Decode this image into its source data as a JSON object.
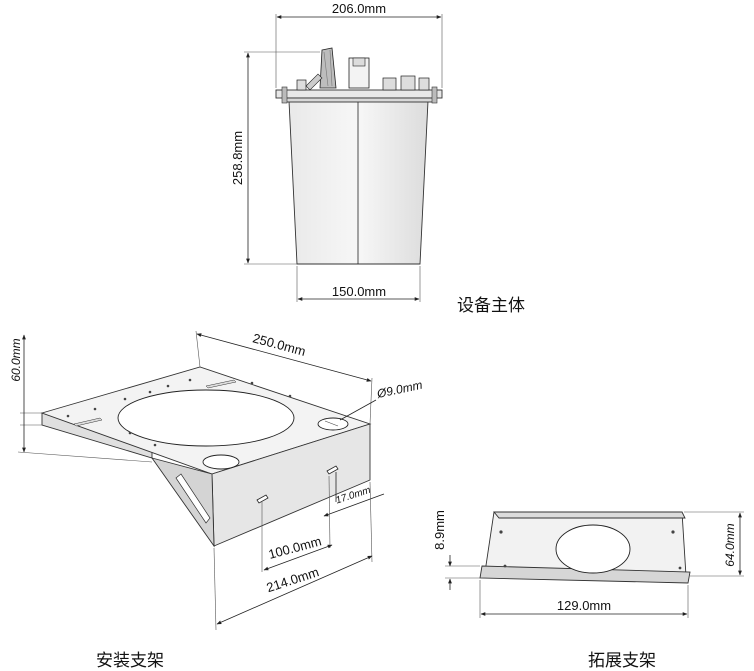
{
  "main_unit": {
    "caption": "设备主体",
    "dim_top_width": "206.0mm",
    "dim_height": "258.8mm",
    "dim_bottom_width": "150.0mm"
  },
  "mount_bracket": {
    "caption": "安装支架",
    "dim_height": "60.0mm",
    "dim_width": "250.0mm",
    "dim_hole": "Ø9.0mm",
    "dim_offset": "17.0mm",
    "dim_slot_span": "100.0mm",
    "dim_depth": "214.0mm"
  },
  "extension_bracket": {
    "caption": "拓展支架",
    "dim_thickness": "8.9mm",
    "dim_depth": "64.0mm",
    "dim_width": "129.0mm"
  },
  "colors": {
    "line": "#222222",
    "fill_light": "#f2f2f2",
    "fill_mid": "#e4e4e4",
    "fill_dark": "#cfcfcf"
  }
}
